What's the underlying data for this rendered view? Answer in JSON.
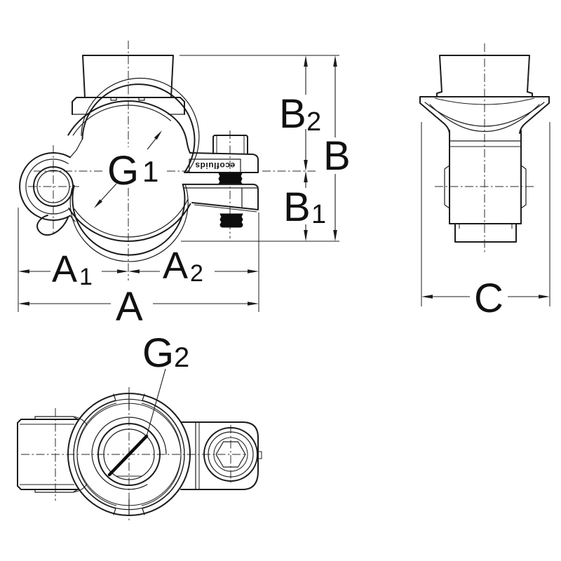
{
  "drawing": {
    "colors": {
      "line": "#1c1c1c",
      "background": "#ffffff",
      "thread_fill": "#0c0c0c"
    },
    "brand_text": "ecofluids",
    "labels": {
      "g1": {
        "main": "G",
        "sub": "1"
      },
      "g2": {
        "main": "G",
        "sub": "2"
      },
      "a": {
        "main": "A"
      },
      "a1": {
        "main": "A",
        "sub": "1"
      },
      "a2": {
        "main": "A",
        "sub": "2"
      },
      "b": {
        "main": "B"
      },
      "b1": {
        "main": "B",
        "sub": "1"
      },
      "b2": {
        "main": "B",
        "sub": "2"
      },
      "c": {
        "main": "C"
      }
    }
  }
}
